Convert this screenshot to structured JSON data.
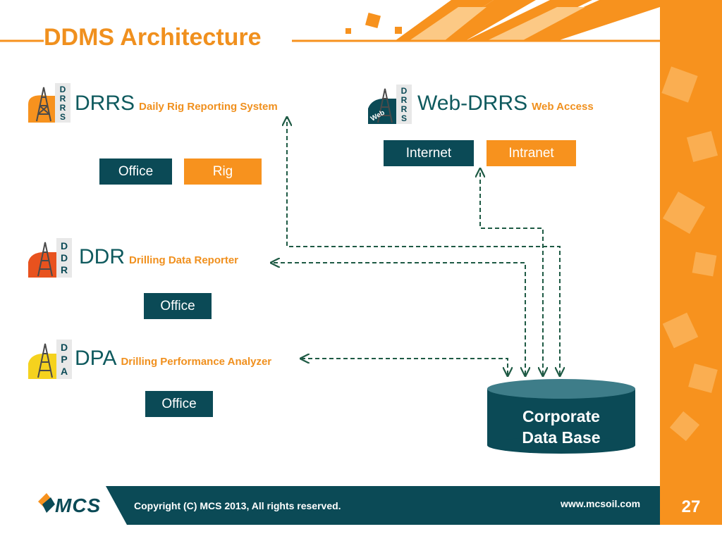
{
  "slide": {
    "title": "DDMS Architecture",
    "page_number": "27"
  },
  "apps": [
    {
      "name": "DRRS",
      "description": "Daily Rig Reporting System",
      "logo_letters": [
        "D",
        "R",
        "R",
        "S"
      ],
      "logo_icon": "oil-derrick-icon"
    },
    {
      "name": "Web-DRRS",
      "description": "Web Access",
      "logo_letters": [
        "D",
        "R",
        "R",
        "S"
      ],
      "logo_ribbon": "Web",
      "logo_icon": "oil-derrick-icon"
    },
    {
      "name": "DDR",
      "description": "Drilling Data Reporter",
      "logo_letters": [
        "D",
        "D",
        "R"
      ],
      "logo_icon": "oil-derrick-icon"
    },
    {
      "name": "DPA",
      "description": "Drilling Performance Analyzer",
      "logo_letters": [
        "D",
        "P",
        "A"
      ],
      "logo_icon": "oil-derrick-icon"
    }
  ],
  "boxes": {
    "drrs_office": "Office",
    "drrs_rig": "Rig",
    "web_internet": "Internet",
    "web_intranet": "Intranet",
    "ddr_office": "Office",
    "dpa_office": "Office"
  },
  "database": {
    "line1": "Corporate",
    "line2": "Data Base"
  },
  "footer": {
    "brand": "MCS",
    "copyright": "Copyright (C) MCS 2013, All rights reserved.",
    "website": "www.mcsoil.com"
  },
  "colors": {
    "accent_orange": "#F7921E",
    "dark_teal": "#0B4A56",
    "title_teal": "#0F5A5E",
    "connector_green": "#1E5A44"
  }
}
